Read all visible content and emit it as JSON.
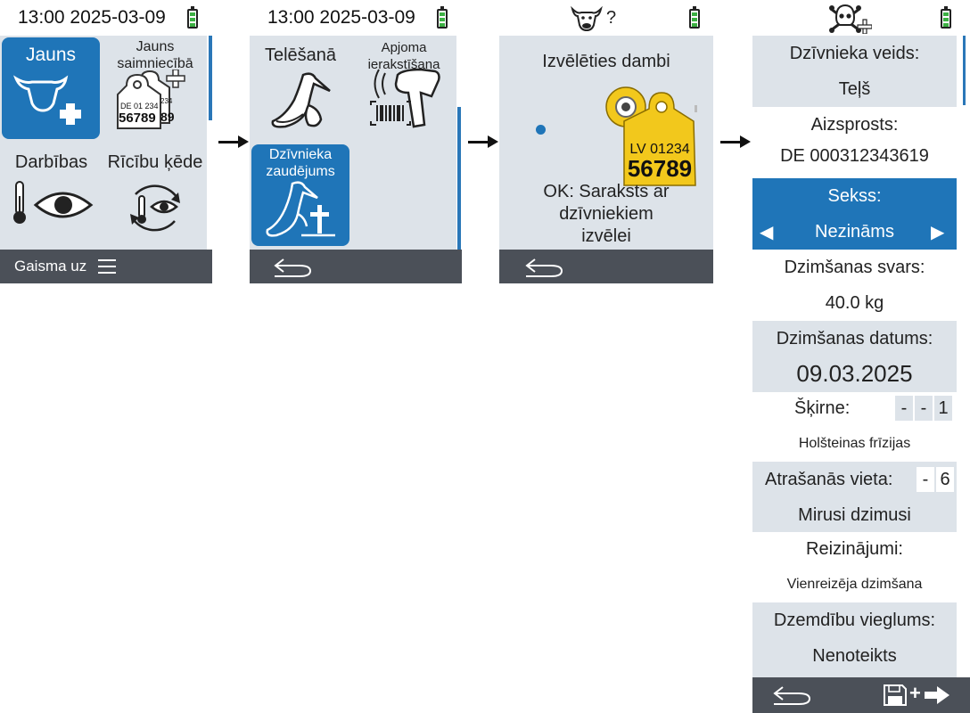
{
  "screen1": {
    "time": "13:00 2025-03-09",
    "tiles": {
      "jauns": "Jauns",
      "jauns_saimnieciba": "Jauns saimniecībā",
      "darbibas": "Darbības",
      "ricibu_kede": "Rīcību ķēde"
    },
    "tag_text_small": "DE 01 234",
    "tag_text_large": "56789",
    "tag_text_back": "234",
    "tag_text_back2": "89",
    "footer": "Gaisma uz"
  },
  "screen2": {
    "time": "13:00 2025-03-09",
    "tiles": {
      "telesana": "Telēšanā",
      "apjoma": "Apjoma ierakstīšana",
      "zaudejums_l1": "Dzīvnieka",
      "zaudejums_l2": "zaudējums"
    }
  },
  "screen3": {
    "header_q": "?",
    "title": "Izvēlēties dambi",
    "tag_small": "LV 01234",
    "tag_large": "56789",
    "ok_l1": "OK: Saraksts ar",
    "ok_l2": "dzīvniekiem",
    "ok_l3": "izvēlei"
  },
  "screen4": {
    "rows": {
      "veids_label": "Dzīvnieka veids:",
      "veids_value": "Teļš",
      "aizsprosts_label": "Aizsprosts:",
      "aizsprosts_value": "DE 000312343619",
      "sekss_label": "Sekss:",
      "sekss_value": "Nezināms",
      "svars_label": "Dzimšanas svars:",
      "svars_value": "40.0 kg",
      "datums_label": "Dzimšanas datums:",
      "datums_value": "09.03.2025",
      "skirne_label": "Šķirne:",
      "skirne_box1": "-",
      "skirne_box2": "-",
      "skirne_box3": "1",
      "skirne_value": "Holšteinas frīzijas",
      "vieta_label": "Atrašanās vieta:",
      "vieta_box1": "-",
      "vieta_box2": "6",
      "vieta_value": "Mirusi dzimusi",
      "reiz_label": "Reizinājumi:",
      "reiz_value": "Vienreizēja dzimšana",
      "vieglums_label": "Dzemdību vieglums:",
      "vieglums_value": "Nenoteikts"
    },
    "arrow_left": "◀",
    "arrow_right": "▶",
    "save_plus": "+"
  },
  "colors": {
    "accent": "#1f75b8",
    "panel": "#dde3e9",
    "footer": "#4b5058",
    "battery": "#3cb043",
    "tag_yellow": "#f2c81c"
  }
}
